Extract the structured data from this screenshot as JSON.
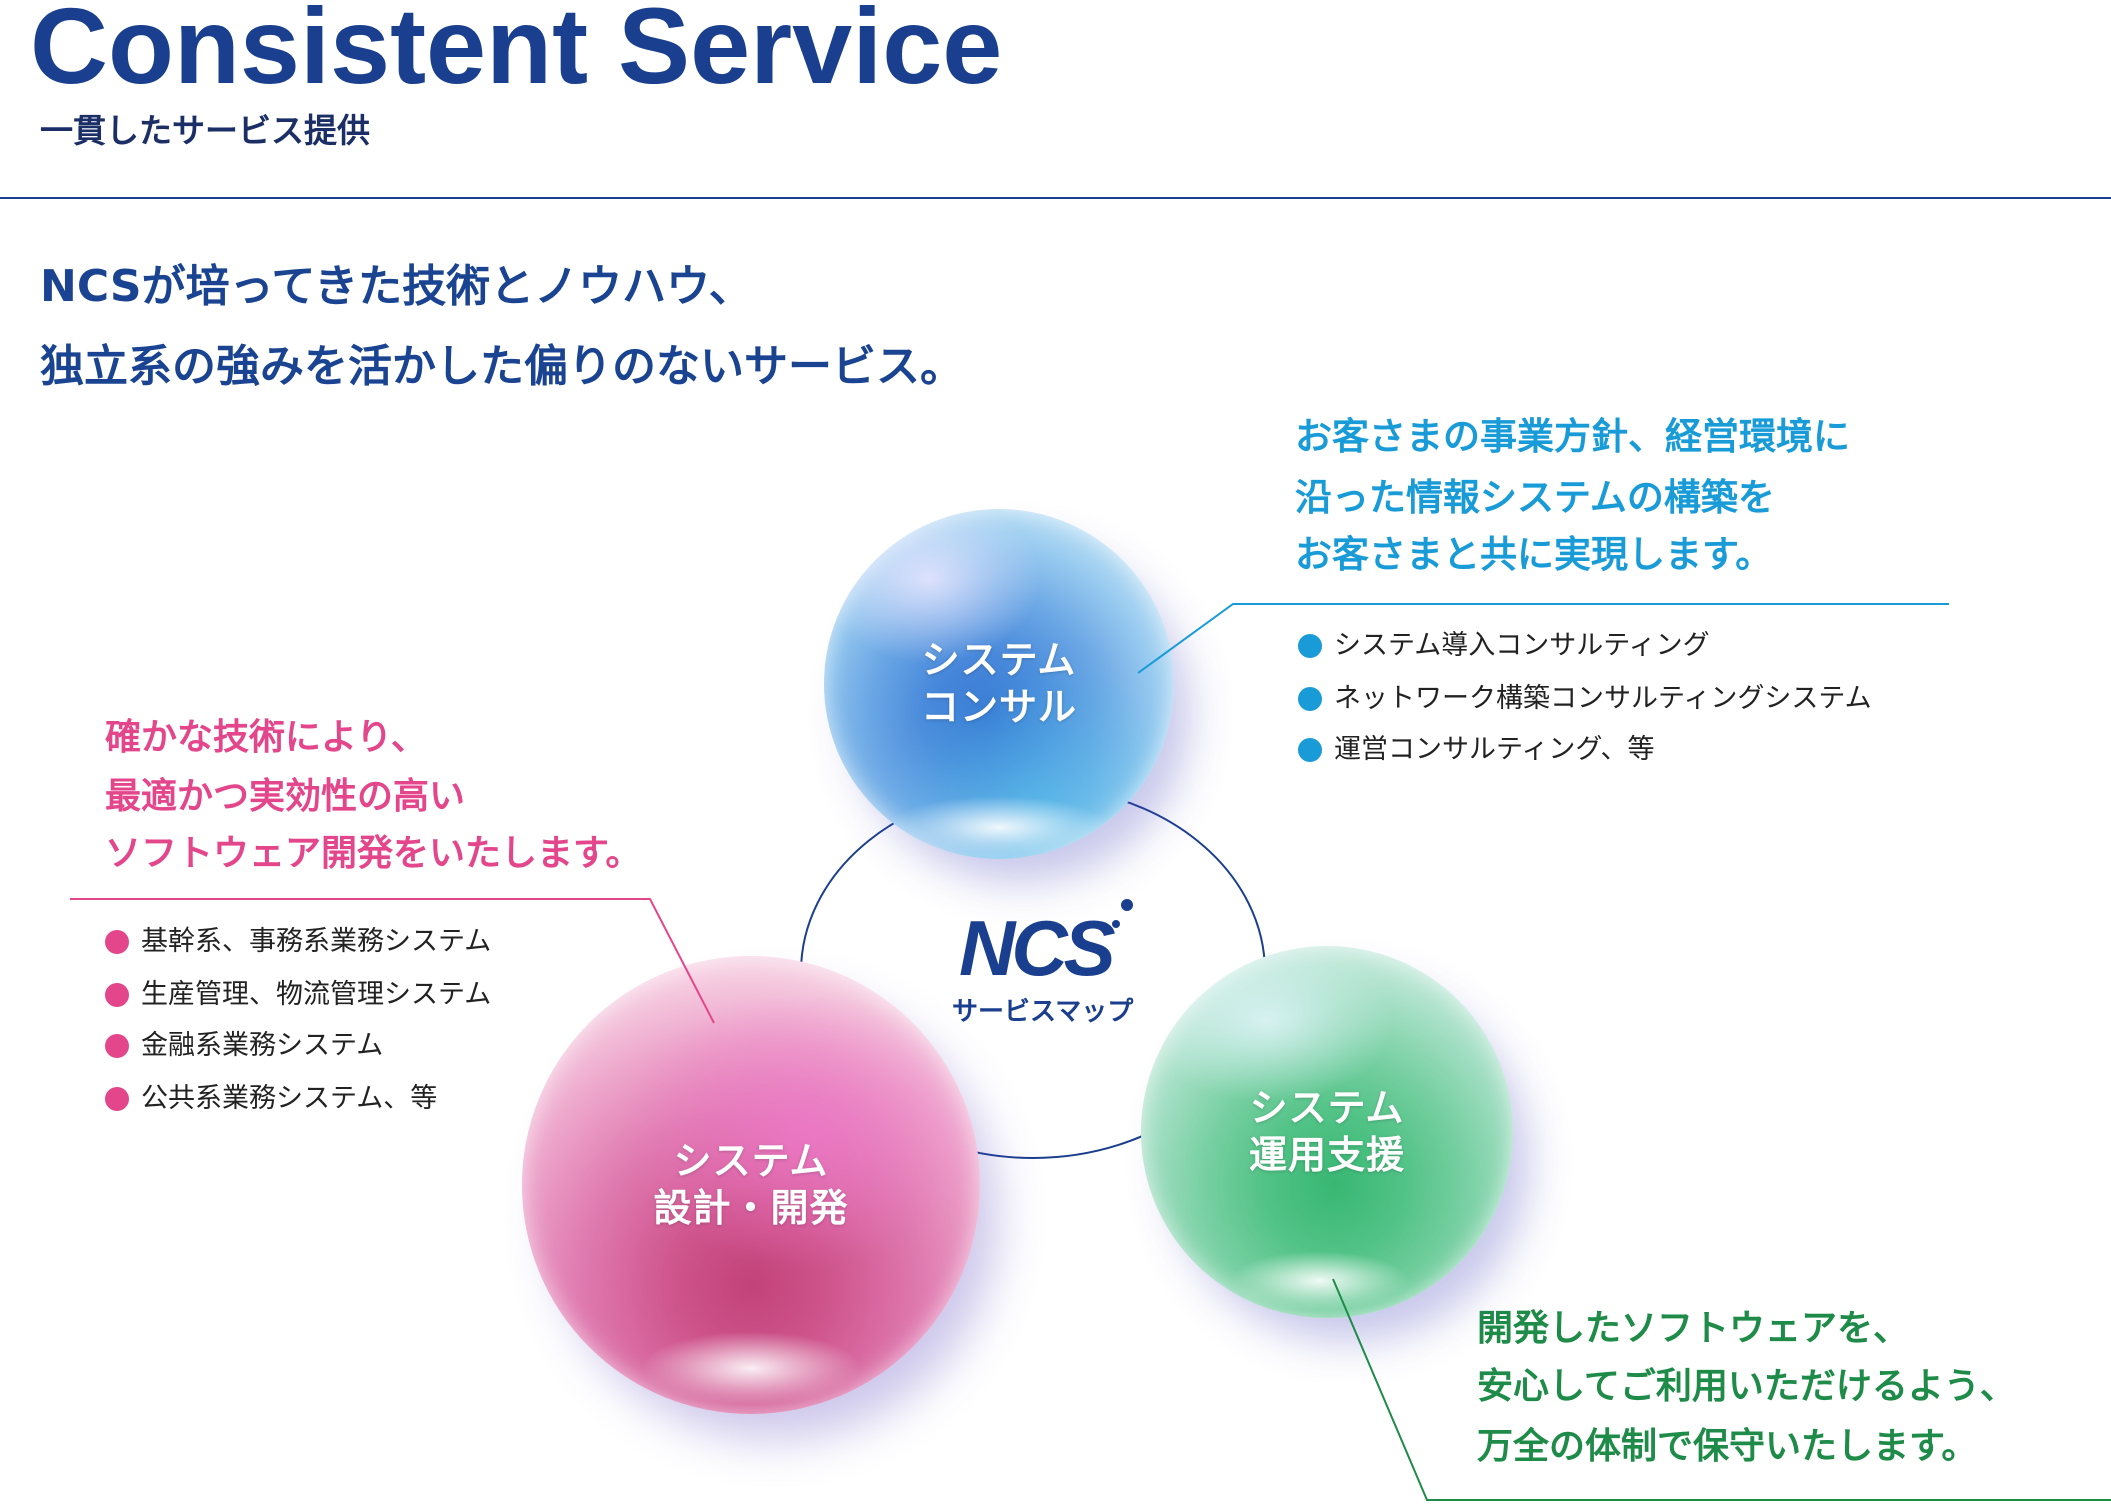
{
  "header": {
    "title": "Consistent Service",
    "subtitle": "一貫したサービス提供"
  },
  "intro": {
    "lines": [
      "NCSが培ってきた技術とノウハウ、",
      "独立系の強みを活かした偏りのないサービス。"
    ]
  },
  "center": {
    "logo_text": "NCS",
    "label": "サービスマップ"
  },
  "services": {
    "consulting": {
      "sphere_lines": [
        "システム",
        "コンサル"
      ],
      "description_lines": [
        "お客さまの事業方針、経営環境に",
        "沿った情報システムの構築を",
        "お客さまと共に実現します。"
      ],
      "items": [
        "システム導入コンサルティング",
        "ネットワーク構築コンサルティングシステム",
        "運営コンサルティング、等"
      ]
    },
    "development": {
      "sphere_lines": [
        "システム",
        "設計・開発"
      ],
      "description_lines": [
        "確かな技術により、",
        "最適かつ実効性の高い",
        "ソフトウェア開発をいたします。"
      ],
      "items": [
        "基幹系、事務系業務システム",
        "生産管理、物流管理システム",
        "金融系業務システム",
        "公共系業務システム、等"
      ]
    },
    "operation": {
      "sphere_lines": [
        "システム",
        "運用支援"
      ],
      "description_lines": [
        "開発したソフトウェアを、",
        "安心してご利用いただけるよう、",
        "万全の体制で保守いたします。"
      ]
    }
  },
  "colors": {
    "navy": "#1b3f8f",
    "consulting": "#199bd8",
    "development": "#e4468c",
    "operation": "#1e8b48"
  }
}
